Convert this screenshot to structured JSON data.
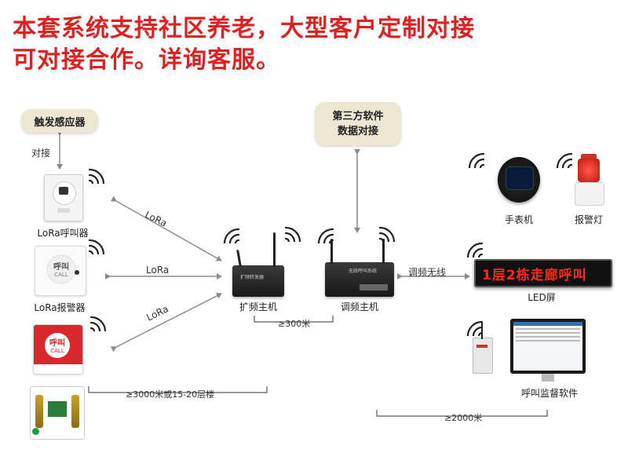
{
  "headline": {
    "line1": "本套系统支持社区养老，大型客户定制对接",
    "line2": "可对接合作。详询客服。"
  },
  "nodes": {
    "trigger_sensor": "触发感应器",
    "dock_label": "对接",
    "third_party": "第三方软件\n数据对接",
    "lora_caller": "LoRa呼叫器",
    "lora_alarm": "LoRa报警器",
    "extender": "扩频主机",
    "modulator": "调频主机",
    "watch": "手表机",
    "alarm_light": "报警灯",
    "led_screen": "LED屏",
    "monitor_software": "呼叫监督软件"
  },
  "links": {
    "lora_1": "LoRa",
    "lora_2": "LoRa",
    "lora_3": "LoRa",
    "fm_wireless": "调频无线"
  },
  "distances": {
    "d300": "≥300米",
    "d3000": "≥3000米或15-20层楼",
    "d2000": "≥2000米"
  },
  "led_message": "1层2栋走廊呼叫",
  "device_text": {
    "call_button_1": "呼叫",
    "call_button_1_en": "CALL",
    "call_button_2": "呼叫",
    "call_button_2_en": "CALL",
    "extender_plate": "扩频转发器",
    "modulator_plate": "无线呼叫系统"
  },
  "colors": {
    "headline": "#e02020",
    "pill": "#ece6d2",
    "led_text": "#ff2a1a",
    "button_red": "#d8282c",
    "arrow": "#888888"
  }
}
